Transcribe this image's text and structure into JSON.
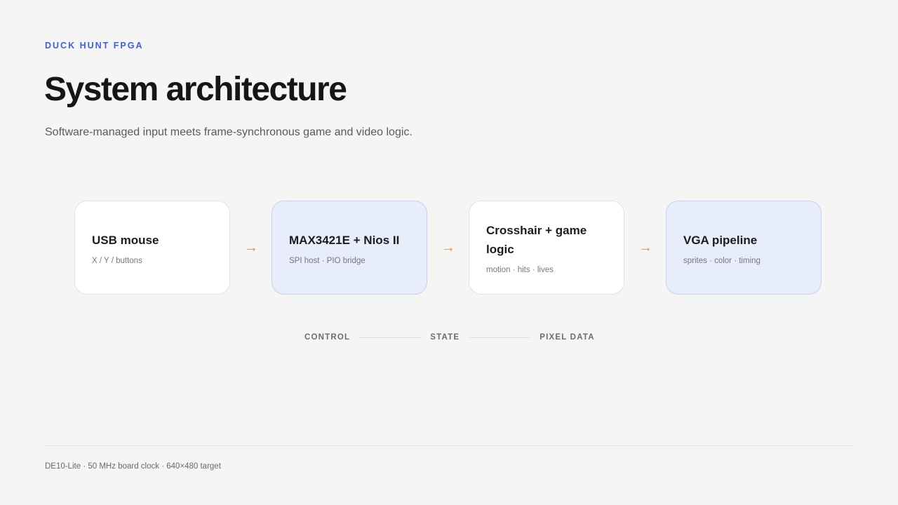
{
  "eyebrow": "DUCK HUNT FPGA",
  "title": "System architecture",
  "subtitle": "Software-managed input meets frame-synchronous game and video logic.",
  "nodes": [
    {
      "title": "USB mouse",
      "subtitle": "X / Y / buttons",
      "accent": false
    },
    {
      "title": "MAX3421E + Nios II",
      "subtitle": "SPI host · PIO bridge",
      "accent": true
    },
    {
      "title": "Crosshair + game logic",
      "subtitle": "motion · hits · lives",
      "accent": false
    },
    {
      "title": "VGA pipeline",
      "subtitle": "sprites · color · timing",
      "accent": true
    }
  ],
  "arrow_glyph": "→",
  "legend": [
    "CONTROL",
    "STATE",
    "PIXEL DATA"
  ],
  "footer": "DE10-Lite · 50 MHz board clock · 640×480 target",
  "colors": {
    "accent": "#3d5fe0",
    "arrow": "#f08a54",
    "accent_node_bg": "#e8edfc",
    "background": "#f5f5f3"
  }
}
